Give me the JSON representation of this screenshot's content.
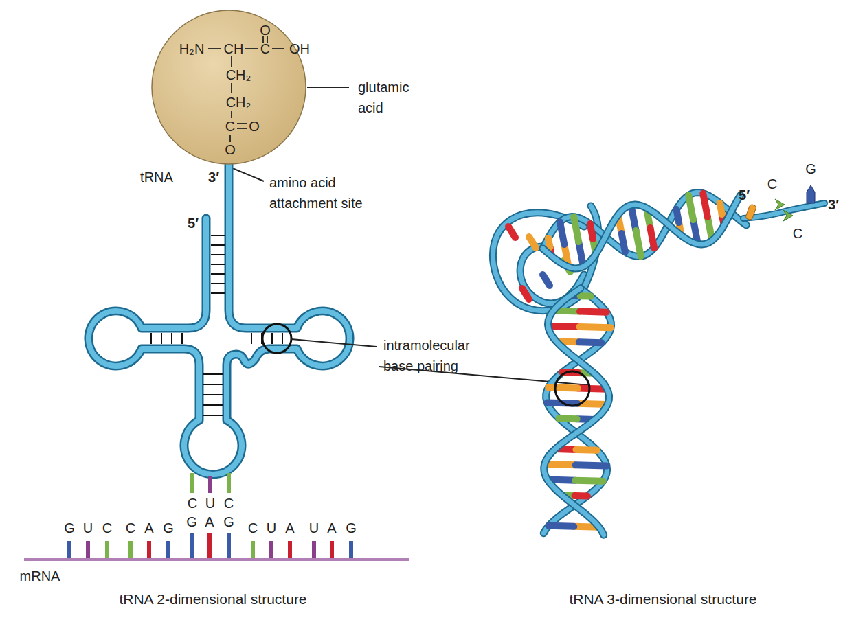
{
  "diagram": {
    "nodes": [
      {
        "text": [
          "O",
          "H₂N",
          "CH",
          "C",
          "OH",
          "CH₂",
          "CH₂",
          "C",
          "O",
          "O"
        ]
      }
    ],
    "labels": [
      "glutamic acid",
      "tRNA",
      "3′",
      "amino acid attachment site",
      "5′",
      "intramolecular base pairing",
      "C",
      "U",
      "C",
      "G",
      "U",
      "C",
      "C",
      "A",
      "G",
      "G",
      "A",
      "G",
      "C",
      "U",
      "A",
      "U",
      "A",
      "G",
      "mRNA",
      "tRNA 2-dimensional structure",
      "5′",
      "C",
      "G",
      "3′",
      "C",
      "tRNA 3-dimensional structure"
    ]
  }
}
